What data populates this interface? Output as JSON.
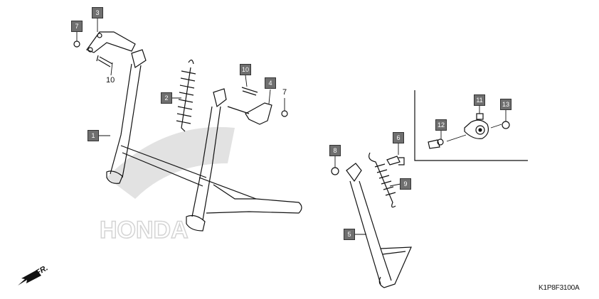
{
  "callouts": {
    "p1": "1",
    "p2": "2",
    "p3": "3",
    "p4": "4",
    "p5": "5",
    "p6": "6",
    "p7": "7",
    "p8": "8",
    "p9": "9",
    "p10": "10",
    "p11": "11",
    "p12": "12",
    "p13": "13"
  },
  "plain_labels": {
    "p10": "10",
    "p7": "7"
  },
  "direction_label": "FR.",
  "diagram_code": "K1P8F3100A",
  "watermark": "HONDA",
  "colors": {
    "callout_fill": "#6f6f6f",
    "line": "#111111",
    "watermark": "#d8d8d8"
  }
}
